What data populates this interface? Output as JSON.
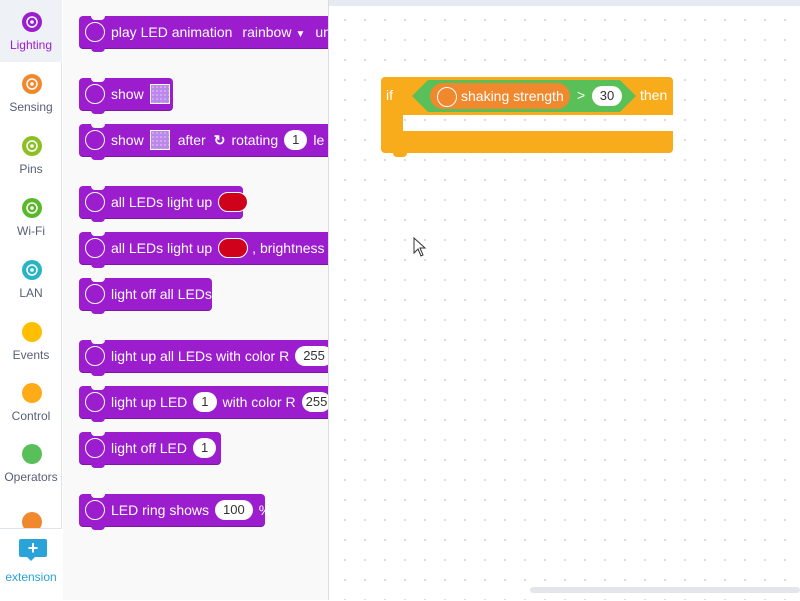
{
  "categories": [
    {
      "label": "Lighting",
      "color": "#9b1dce",
      "active": true
    },
    {
      "label": "Sensing",
      "color": "#f0882e"
    },
    {
      "label": "Pins",
      "color": "#8cbf26"
    },
    {
      "label": "Wi-Fi",
      "color": "#5bb82a"
    },
    {
      "label": "LAN",
      "color": "#2ab4c2"
    },
    {
      "label": "Events",
      "color": "#ffbf00"
    },
    {
      "label": "Control",
      "color": "#ffab19"
    },
    {
      "label": "Operators",
      "color": "#59c059"
    }
  ],
  "extension": {
    "label": "extension",
    "icon": "add-extension-icon",
    "color": "#29a3d8"
  },
  "palette": {
    "play_anim": {
      "text": "play LED animation",
      "option": "rainbow",
      "tail": "un"
    },
    "show": {
      "text": "show"
    },
    "show_rotate": {
      "text": "show",
      "after": "after",
      "rotating": "rotating",
      "count": "1",
      "tail": "le"
    },
    "all_light_up": {
      "text": "all LEDs light up"
    },
    "all_light_up_brightness": {
      "text": "all LEDs light up",
      "brightness": ", brightness"
    },
    "light_off_all": {
      "text": "light off all LEDs"
    },
    "light_up_rgb": {
      "text": "light up all LEDs with color R",
      "r": "255"
    },
    "light_up_led": {
      "text": "light up LED",
      "index": "1",
      "with_color": "with color R",
      "r": "255"
    },
    "light_off_led": {
      "text": "light off LED",
      "index": "1"
    },
    "ring_shows": {
      "text": "LED ring shows",
      "value": "100",
      "unit": "%"
    }
  },
  "workspace": {
    "if_label": "if",
    "then_label": "then",
    "sensor": "shaking strength",
    "operator": ">",
    "threshold": "30"
  },
  "colors": {
    "lighting": "#9b1dce",
    "sensing": "#f0882e",
    "control": "#f8ac1c",
    "operator": "#59c059",
    "led_red": "#d0021b"
  }
}
